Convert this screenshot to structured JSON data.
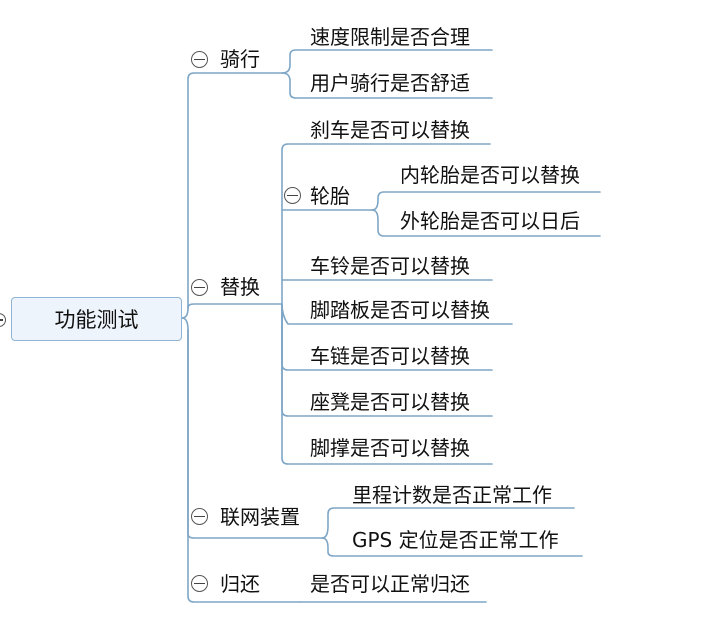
{
  "root": {
    "label": "功能测试"
  },
  "branches": {
    "riding": {
      "label": "骑行",
      "items": [
        "速度限制是否合理",
        "用户骑行是否舒适"
      ]
    },
    "replace": {
      "label": "替换",
      "items": [
        "刹车是否可以替换",
        "车铃是否可以替换",
        "脚踏板是否可以替换",
        "车链是否可以替换",
        "座凳是否可以替换",
        "脚撑是否可以替换"
      ],
      "tire": {
        "label": "轮胎",
        "items": [
          "内轮胎是否可以替换",
          "外轮胎是否可以日后"
        ]
      }
    },
    "network": {
      "label": "联网装置",
      "items": [
        "里程计数是否正常工作",
        "GPS 定位是否正常工作"
      ]
    },
    "return": {
      "label": "归还",
      "items": [
        "是否可以正常归还"
      ]
    }
  },
  "colors": {
    "line": "#7ea6c6",
    "root_fill": "#eef4fb",
    "root_border": "#8fb4d6"
  }
}
